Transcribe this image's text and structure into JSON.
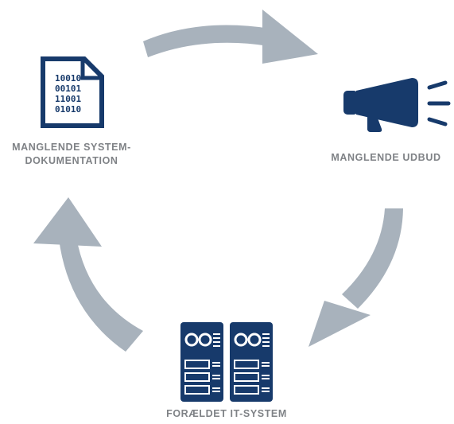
{
  "colors": {
    "arrow": "#a8b2bc",
    "icon": "#173a6b",
    "label": "#7f8286"
  },
  "nodes": {
    "documentation": {
      "icon": "document-binary-icon",
      "label_line1": "MANGLENDE SYSTEM-",
      "label_line2": "DOKUMENTATION",
      "bits": [
        "10010",
        "00101",
        "11001",
        "01010"
      ]
    },
    "tender": {
      "icon": "megaphone-icon",
      "label": "MANGLENDE UDBUD"
    },
    "legacy": {
      "icon": "server-rack-icon",
      "label": "FORÆLDET IT-SYSTEM"
    }
  }
}
